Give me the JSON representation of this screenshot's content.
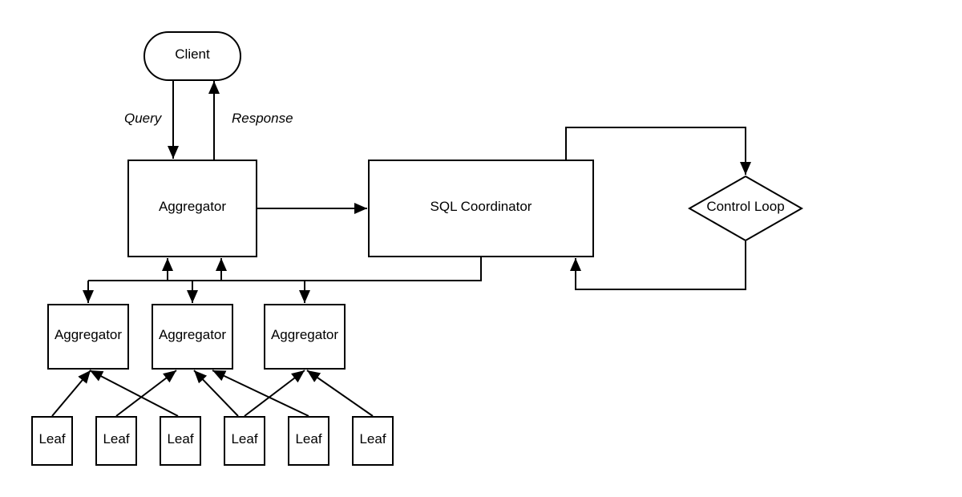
{
  "diagram": {
    "nodes": {
      "client": "Client",
      "aggregator_main": "Aggregator",
      "sql_coordinator": "SQL Coordinator",
      "control_loop": "Control Loop",
      "aggregator_child_1": "Aggregator",
      "aggregator_child_2": "Aggregator",
      "aggregator_child_3": "Aggregator",
      "leaf_1": "Leaf",
      "leaf_2": "Leaf",
      "leaf_3": "Leaf",
      "leaf_4": "Leaf",
      "leaf_5": "Leaf",
      "leaf_6": "Leaf"
    },
    "edge_labels": {
      "query": "Query",
      "response": "Response"
    },
    "colors": {
      "stroke": "#000000",
      "fill": "#ffffff"
    }
  }
}
